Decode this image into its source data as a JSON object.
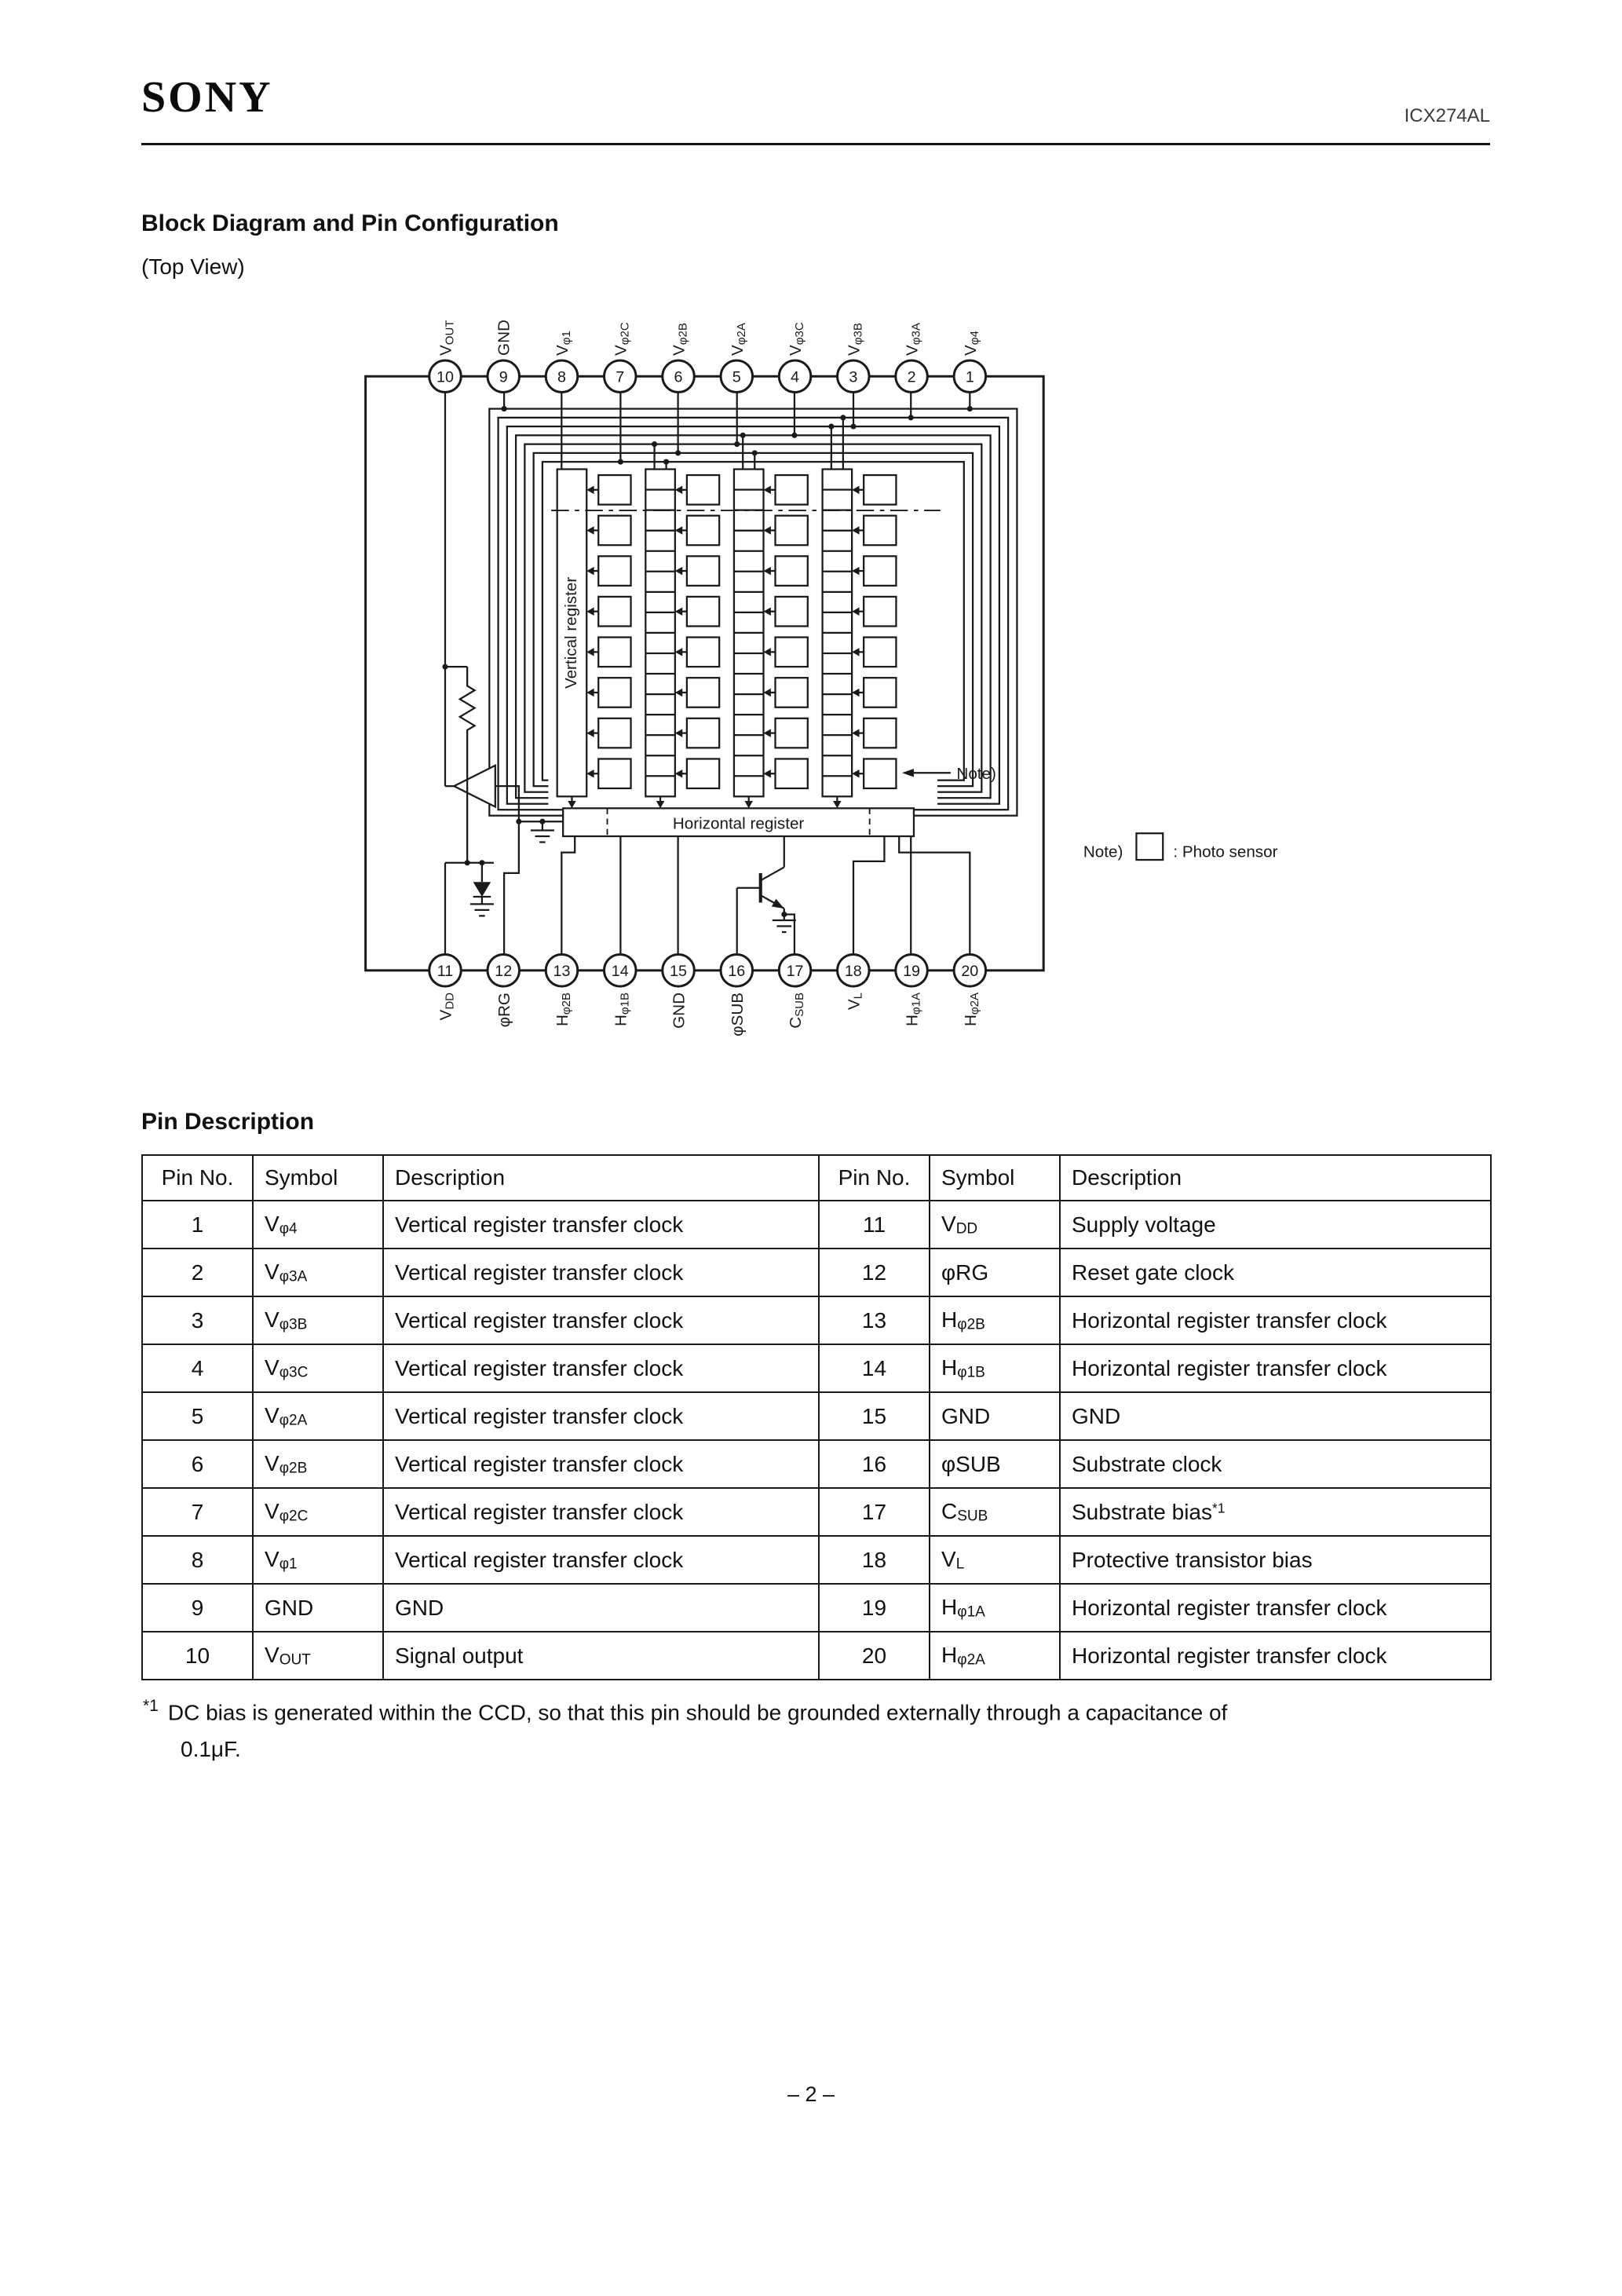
{
  "page": {
    "brand": "SONY",
    "part_number": "ICX274AL",
    "page_number": "– 2 –"
  },
  "section": {
    "title": "Block Diagram and Pin Configuration",
    "subtitle": "(Top View)"
  },
  "diagram": {
    "top_pins": [
      {
        "num": "10",
        "label": "V_{OUT}"
      },
      {
        "num": "9",
        "label": "GND"
      },
      {
        "num": "8",
        "label": "V_{φ1}"
      },
      {
        "num": "7",
        "label": "V_{φ2C}"
      },
      {
        "num": "6",
        "label": "V_{φ2B}"
      },
      {
        "num": "5",
        "label": "V_{φ2A}"
      },
      {
        "num": "4",
        "label": "V_{φ3C}"
      },
      {
        "num": "3",
        "label": "V_{φ3B}"
      },
      {
        "num": "2",
        "label": "V_{φ3A}"
      },
      {
        "num": "1",
        "label": "V_{φ4}"
      }
    ],
    "bottom_pins": [
      {
        "num": "11",
        "label": "V_{DD}"
      },
      {
        "num": "12",
        "label": "φRG"
      },
      {
        "num": "13",
        "label": "H_{φ2B}"
      },
      {
        "num": "14",
        "label": "H_{φ1B}"
      },
      {
        "num": "15",
        "label": "GND"
      },
      {
        "num": "16",
        "label": "φSUB"
      },
      {
        "num": "17",
        "label": "C_{SUB}"
      },
      {
        "num": "18",
        "label": "V_{L}"
      },
      {
        "num": "19",
        "label": "H_{φ1A}"
      },
      {
        "num": "20",
        "label": "H_{φ2A}"
      }
    ],
    "vertical_register_label": "Vertical register",
    "horizontal_register_label": "Horizontal register",
    "note_pointer": "Note)",
    "legend_note": "Note)",
    "legend_text": ": Photo sensor"
  },
  "pin_table": {
    "heading": "Pin Description",
    "columns": [
      "Pin No.",
      "Symbol",
      "Description"
    ],
    "rows": [
      [
        "1",
        "V_{φ4}",
        "Vertical register transfer clock",
        "11",
        "V_{DD}",
        "Supply voltage"
      ],
      [
        "2",
        "V_{φ3A}",
        "Vertical register transfer clock",
        "12",
        "φRG",
        "Reset gate clock"
      ],
      [
        "3",
        "V_{φ3B}",
        "Vertical register transfer clock",
        "13",
        "H_{φ2B}",
        "Horizontal register transfer clock"
      ],
      [
        "4",
        "V_{φ3C}",
        "Vertical register transfer clock",
        "14",
        "H_{φ1B}",
        "Horizontal register transfer clock"
      ],
      [
        "5",
        "V_{φ2A}",
        "Vertical register transfer clock",
        "15",
        "GND",
        "GND"
      ],
      [
        "6",
        "V_{φ2B}",
        "Vertical register transfer clock",
        "16",
        "φSUB",
        "Substrate clock"
      ],
      [
        "7",
        "V_{φ2C}",
        "Vertical register transfer clock",
        "17",
        "C_{SUB}",
        "Substrate bias^{*1}"
      ],
      [
        "8",
        "V_{φ1}",
        "Vertical register transfer clock",
        "18",
        "V_{L}",
        "Protective transistor bias"
      ],
      [
        "9",
        "GND",
        "GND",
        "19",
        "H_{φ1A}",
        "Horizontal register transfer clock"
      ],
      [
        "10",
        "V_{OUT}",
        "Signal output",
        "20",
        "H_{φ2A}",
        "Horizontal register transfer clock"
      ]
    ]
  },
  "footnote": {
    "marker": "*1",
    "line1": "DC bias is generated within the CCD, so that this pin should be grounded externally through a capacitance of",
    "line2": "0.1μF."
  }
}
